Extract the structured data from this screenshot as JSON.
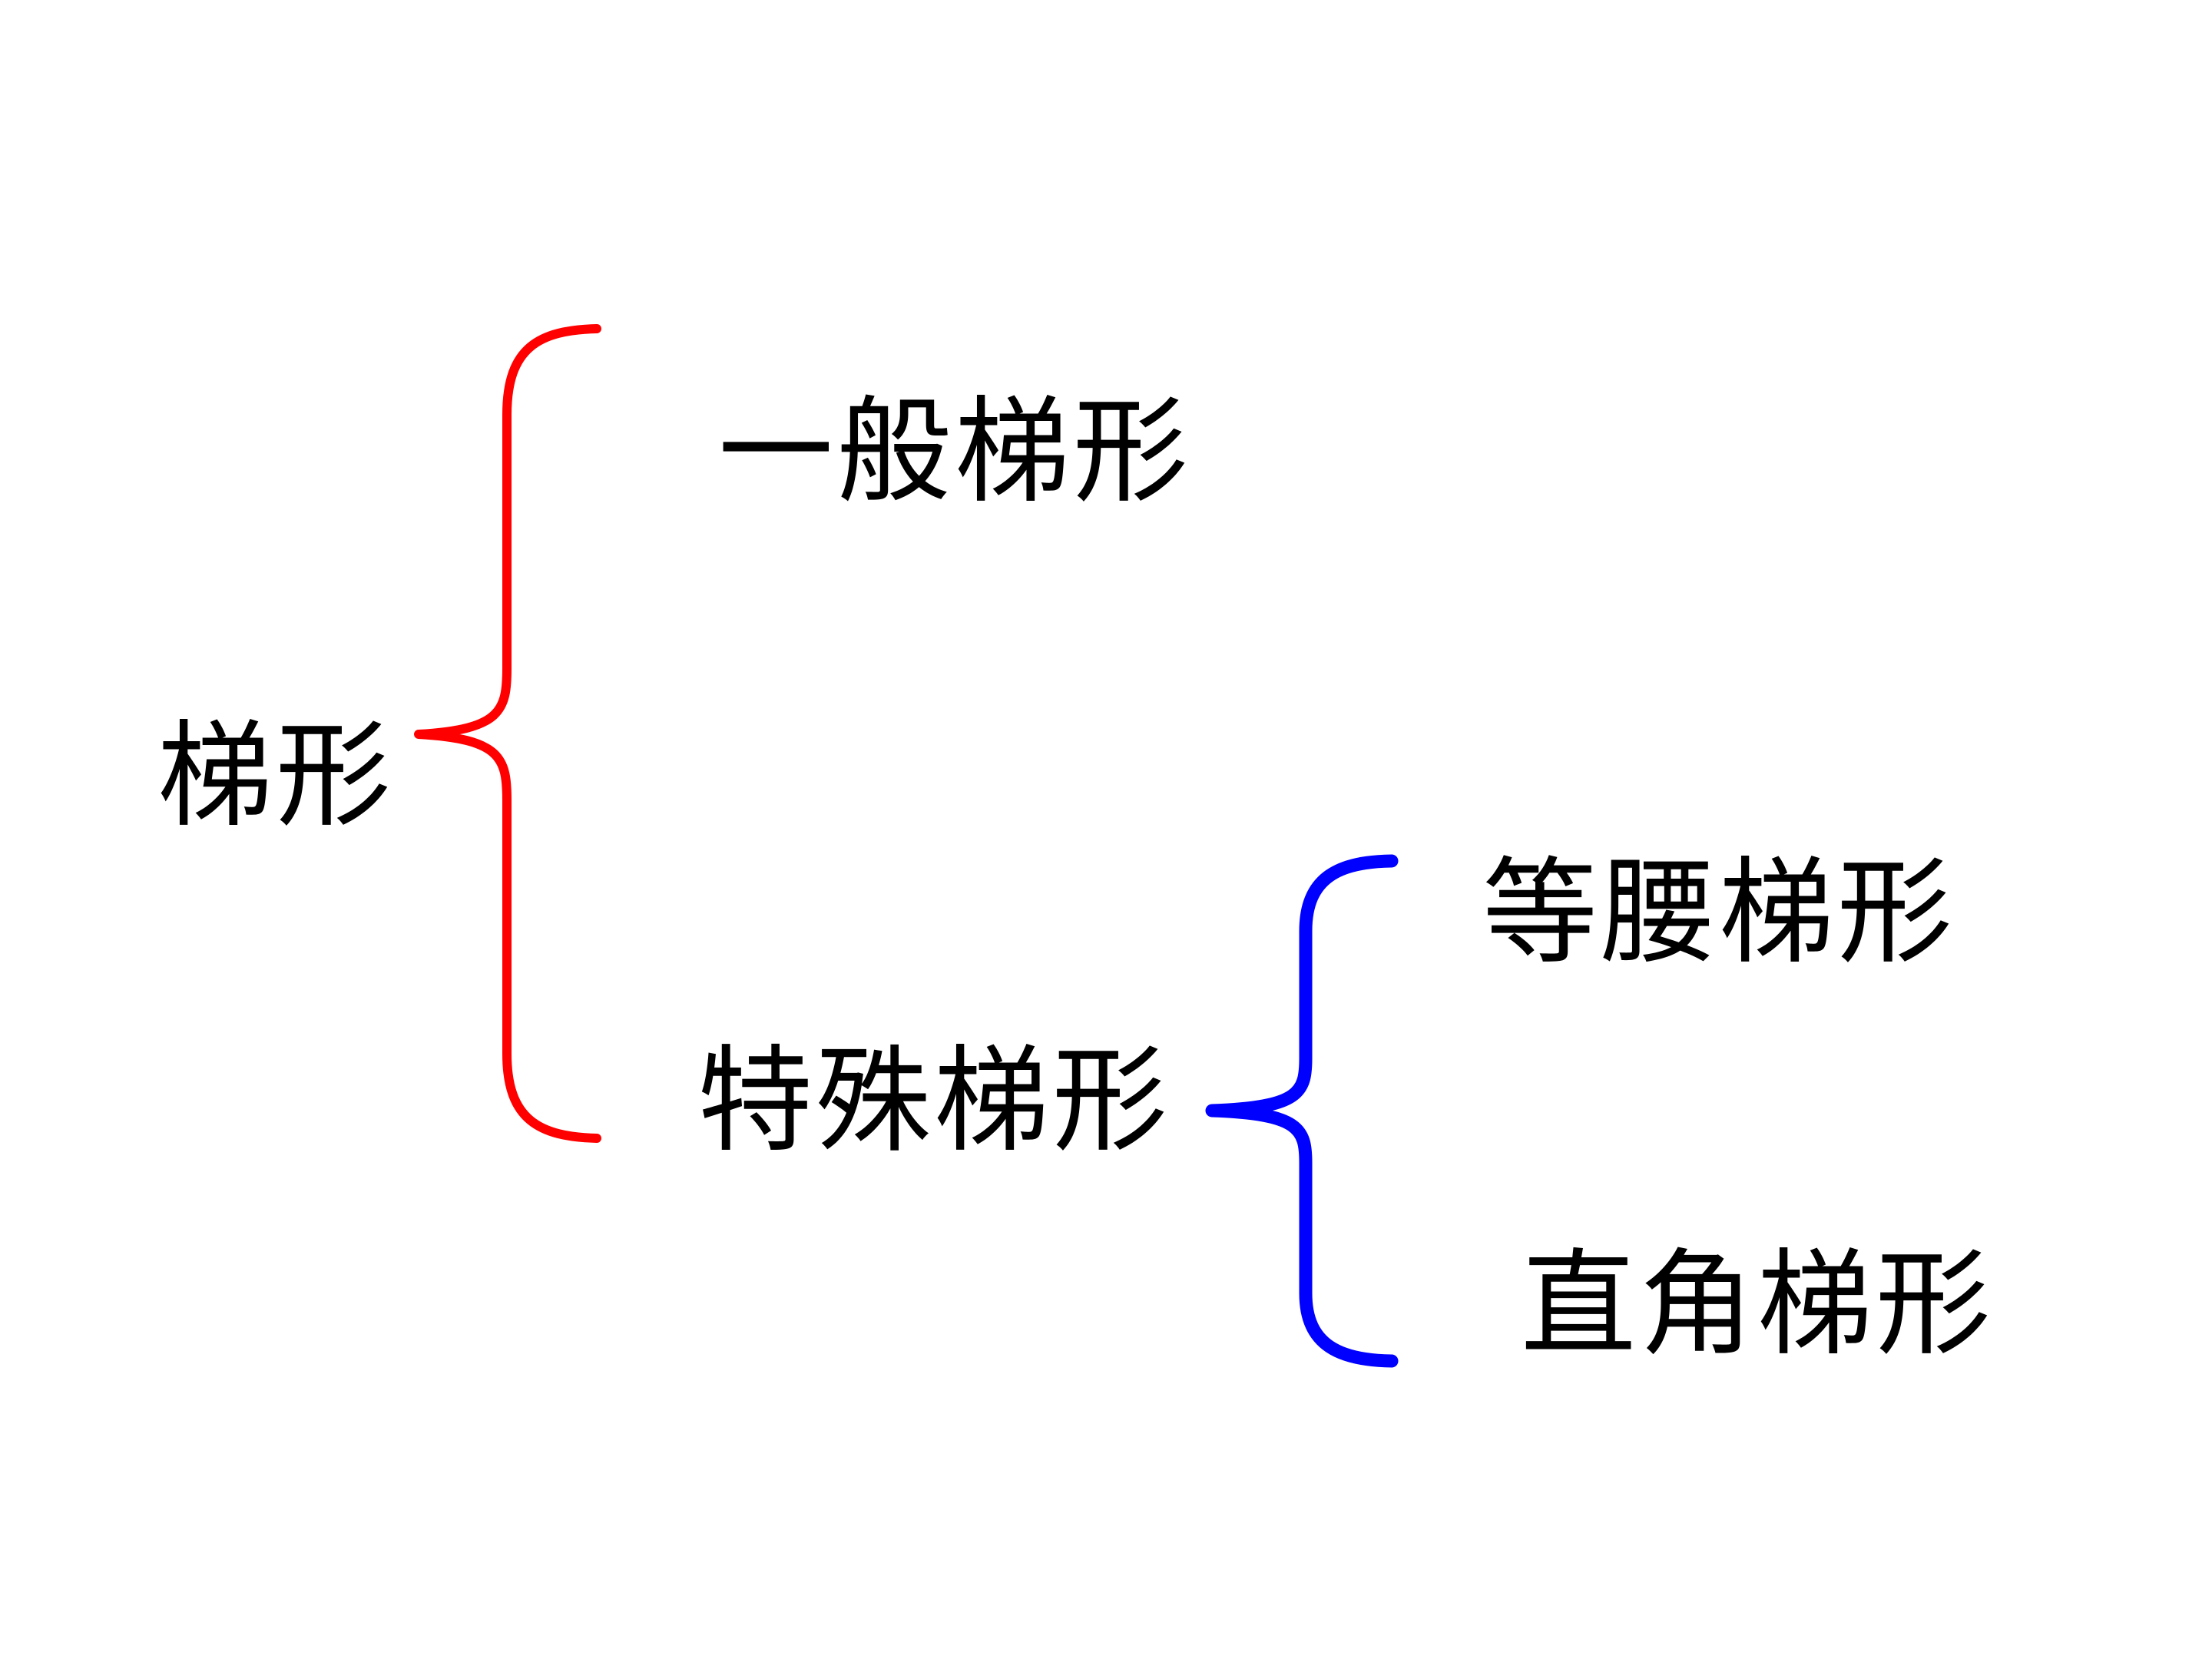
{
  "tree": {
    "root": "梯形",
    "children": [
      {
        "label": "一般梯形"
      },
      {
        "label": "特殊梯形",
        "children": [
          {
            "label": "等腰梯形"
          },
          {
            "label": "直角梯形"
          }
        ]
      }
    ]
  },
  "colors": {
    "background": "#ffffff",
    "text": "#000000",
    "root_brace": "#ff0000",
    "sub_brace": "#0000ff"
  }
}
